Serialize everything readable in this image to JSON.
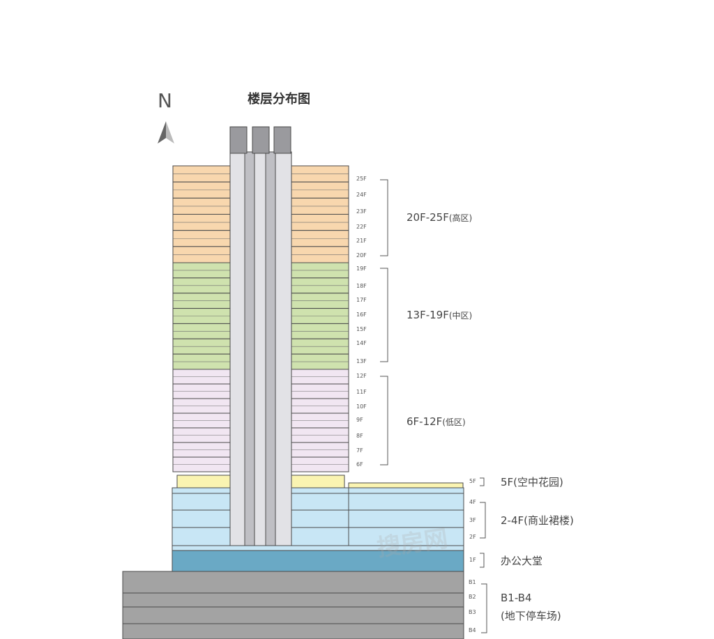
{
  "diagram": {
    "title": "楼层分布图",
    "north_label": "N",
    "zones": [
      {
        "id": "high",
        "label": "20F-25F",
        "sub": "(高区)",
        "fill": "#f8d7ae",
        "floors": [
          "25F",
          "24F",
          "23F",
          "22F",
          "21F",
          "20F"
        ]
      },
      {
        "id": "mid",
        "label": "13F-19F",
        "sub": "(中区)",
        "fill": "#cfe2ae",
        "floors": [
          "19F",
          "18F",
          "17F",
          "16F",
          "15F",
          "14F",
          "13F"
        ]
      },
      {
        "id": "low",
        "label": "6F-12F",
        "sub": "(低区)",
        "fill": "#f1e6f2",
        "floors": [
          "12F",
          "11F",
          "10F",
          "9F",
          "8F",
          "7F",
          "6F"
        ]
      },
      {
        "id": "garden",
        "label": "5F(空中花园)",
        "fill": "#faf4b1",
        "floors": [
          "5F"
        ]
      },
      {
        "id": "podium",
        "label": "2-4F(商业裙楼)",
        "fill": "#c8e6f5",
        "floors": [
          "4F",
          "3F",
          "2F"
        ]
      },
      {
        "id": "lobby",
        "label": "办公大堂",
        "fill": "#6aa9c5",
        "floors": [
          "1F"
        ]
      },
      {
        "id": "basement",
        "label": "B1-B4",
        "sub": "(地下停车场)",
        "fill": "#a3a3a3",
        "floors": [
          "B1",
          "B2",
          "B3",
          "B4"
        ]
      }
    ],
    "watermark": "搜房网"
  }
}
